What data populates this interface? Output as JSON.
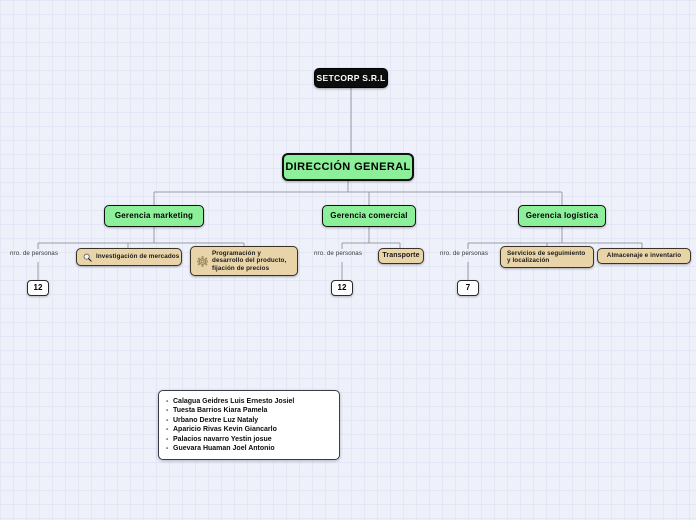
{
  "diagram": {
    "title": "SETCORP S.R.L organizational chart",
    "colors": {
      "background": "#eef0fa",
      "tile_line": "#e2e6f5",
      "root_fill": "#0d0d0d",
      "root_text": "#ffffff",
      "green_fill": "#8cf09a",
      "tan_fill": "#e8d4a8",
      "count_fill": "#ffffff",
      "connector": "#9b9ba8"
    }
  },
  "root": {
    "label": "SETCORP S.R.L"
  },
  "direction": {
    "label": "DIRECCIÓN GENERAL"
  },
  "branches": [
    {
      "id": "marketing",
      "manager_label": "Gerencia marketing",
      "people_caption": "nro. de personas",
      "people_count": "12",
      "functions": [
        {
          "label": "Investigación de mercados",
          "icon": "magnifier-icon"
        },
        {
          "label": "Programación y desarrollo del producto, fijación de precios",
          "icon": "gear-icon"
        }
      ]
    },
    {
      "id": "comercial",
      "manager_label": "Gerencia comercial",
      "people_caption": "nro. de personas",
      "people_count": "12",
      "functions": [
        {
          "label": "Transporte",
          "icon": "none"
        }
      ]
    },
    {
      "id": "logistica",
      "manager_label": "Gerencia logística",
      "people_caption": "nro. de personas",
      "people_count": "7",
      "functions": [
        {
          "label": "Servicios de seguimiento y localización",
          "icon": "none"
        },
        {
          "label": "Almacenaje e inventario",
          "icon": "none"
        }
      ]
    }
  ],
  "roster": {
    "items": [
      "Calagua Geidres Luis Ernesto Josiel",
      "Tuesta Barrios Kiara Pamela",
      "Urbano Dextre Luz Nataly",
      "Aparicio Rivas Kevin Giancarlo",
      "Palacios navarro Yestin josue",
      "Guevara Huaman Joel Antonio"
    ]
  }
}
